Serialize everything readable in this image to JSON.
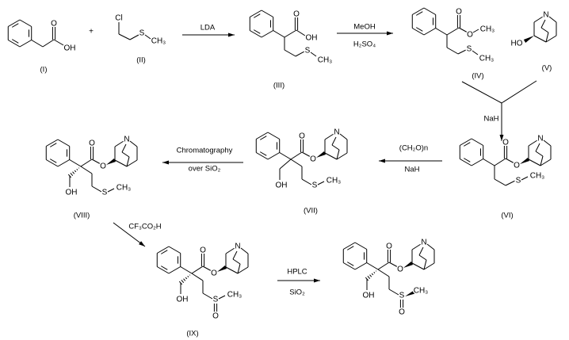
{
  "atoms": {
    "O": "O",
    "OH": "OH",
    "HO": "HO",
    "S": "S",
    "CH3": "CH₃",
    "N": "N",
    "Cl": "Cl"
  },
  "plus": "+",
  "compounds": {
    "I": "(I)",
    "II": "(II)",
    "III": "(III)",
    "IV": "(IV)",
    "V": "(V)",
    "VI": "(VI)",
    "VII": "(VII)",
    "VIII": "(VIII)",
    "IX": "(IX)"
  },
  "reagents": {
    "step1_top": "LDA",
    "step2_top": "MeOH",
    "step2_bottom": "H₂SO₄",
    "step3_left": "NaH",
    "step4_top": "(CH₂O)n",
    "step4_bottom": "NaH",
    "step5_top": "Chromatography",
    "step5_bottom": "over SiO₂",
    "step6": "CF₃CO₂H",
    "step7_top": "HPLC",
    "step7_bottom": "SiO₂"
  }
}
